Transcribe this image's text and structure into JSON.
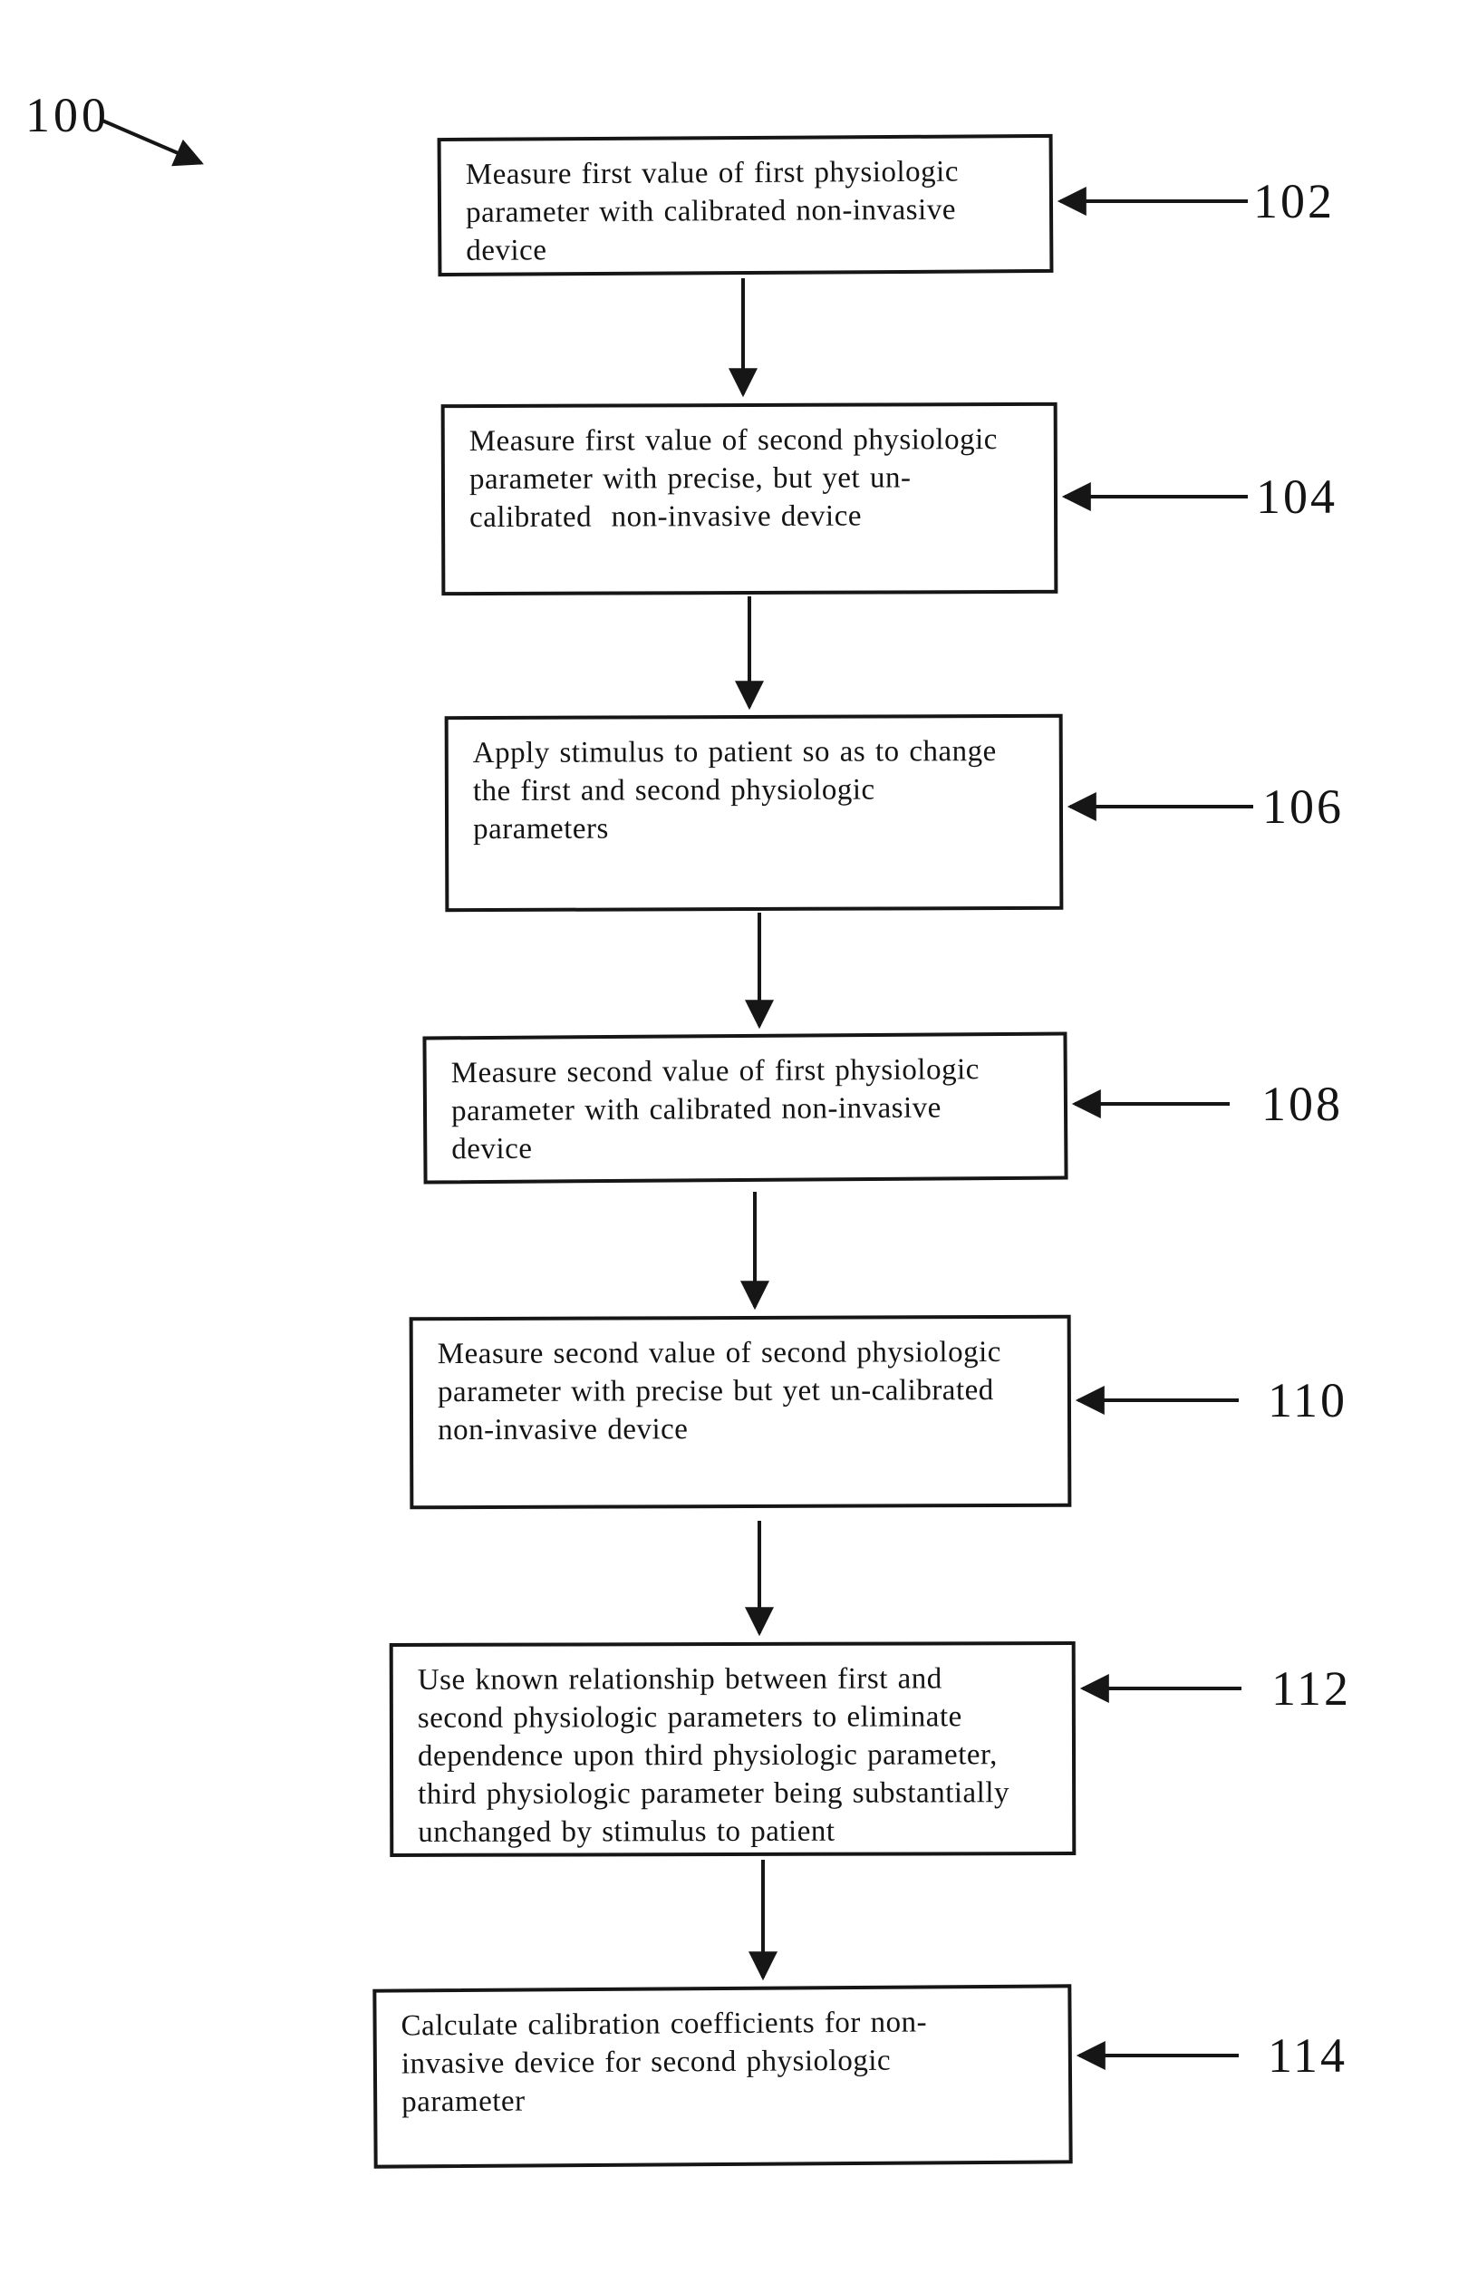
{
  "figure": {
    "figure_label": "100",
    "ink_color": "#161616",
    "background_color": "#ffffff",
    "steps": [
      {
        "ref": "102",
        "text": "Measure first value of first physiologic\nparameter with calibrated non-invasive\ndevice"
      },
      {
        "ref": "104",
        "text": "Measure first value of second physiologic\nparameter with precise, but yet un-\ncalibrated  non-invasive device"
      },
      {
        "ref": "106",
        "text": "Apply stimulus to patient so as to change\nthe first and second physiologic\nparameters"
      },
      {
        "ref": "108",
        "text": "Measure second value of first physiologic\nparameter with calibrated non-invasive\ndevice"
      },
      {
        "ref": "110",
        "text": "Measure second value of second physiologic\nparameter with precise but yet un-calibrated\nnon-invasive device"
      },
      {
        "ref": "112",
        "text": "Use known relationship between first and\nsecond physiologic parameters to eliminate\ndependence upon third physiologic parameter,\nthird physiologic parameter being substantially\nunchanged by stimulus to patient"
      },
      {
        "ref": "114",
        "text": "Calculate calibration coefficients for non-\ninvasive device for second physiologic\nparameter"
      }
    ]
  }
}
